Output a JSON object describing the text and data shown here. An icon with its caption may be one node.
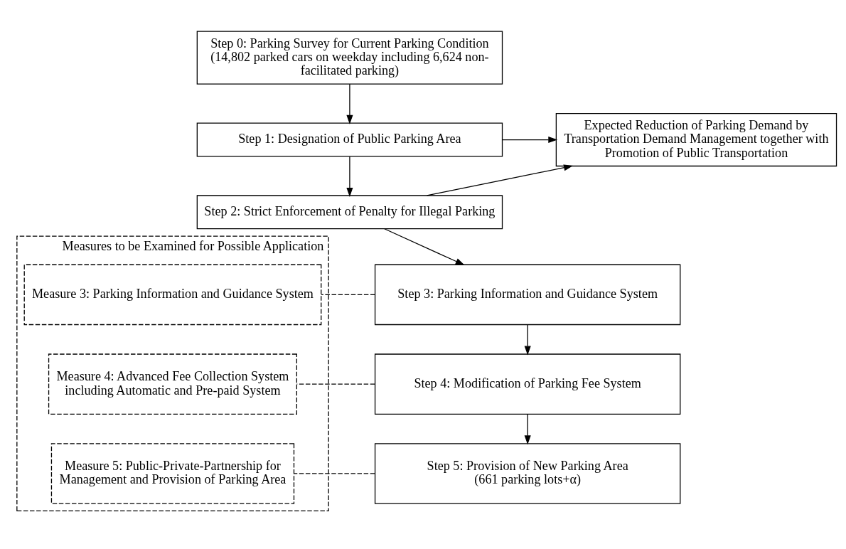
{
  "diagram": {
    "nodes": [
      {
        "text": [
          "Step 0: Parking Survey for Current Parking Condition (14,802 parked cars on weekday including 6,624 non-facilitated parking)"
        ]
      },
      {
        "text": [
          "Step 1: Designation of Public Parking Area"
        ]
      },
      {
        "text": [
          "Step 2: Strict Enforcement of Penalty for Illegal Parking"
        ]
      },
      {
        "text": [
          "Expected Reduction of Parking Demand by Transportation Demand Management together with Promotion of Public Transportation"
        ]
      },
      {
        "text": [
          "Step 3: Parking Information and Guidance System"
        ]
      },
      {
        "text": [
          "Step 4: Modification of Parking Fee System"
        ]
      },
      {
        "text": [
          "Step 5: Provision of New Parking Area (661 parking lots+α)"
        ]
      },
      {
        "text": [
          "Measures to be Examined for Possible Application"
        ]
      },
      {
        "text": [
          "Measure 3: Parking Information and Guidance System"
        ],
        "in": 7
      },
      {
        "text": [
          "Measure 4: Advanced Fee Collection System including Automatic and Pre-paid System"
        ],
        "in": 7
      },
      {
        "text": [
          "Measure 5: Public-Private-Partnership for Management and Provision of Parking Area"
        ],
        "in": 7
      }
    ],
    "edges": [
      {
        "from": 0,
        "to": 1,
        "arrow": "to"
      },
      {
        "from": 1,
        "to": 2,
        "arrow": "to"
      },
      {
        "from": 1,
        "to": 3,
        "arrow": "to"
      },
      {
        "from": 2,
        "to": 3,
        "arrow": "to"
      },
      {
        "from": 2,
        "to": 4,
        "arrow": "to"
      },
      {
        "from": 4,
        "to": 8,
        "arrow": "none",
        "style": "dashed"
      },
      {
        "from": 4,
        "to": 5,
        "arrow": "to"
      },
      {
        "from": 5,
        "to": 9,
        "arrow": "none",
        "style": "dashed"
      },
      {
        "from": 5,
        "to": 6,
        "arrow": "to"
      },
      {
        "from": 6,
        "to": 10,
        "arrow": "none",
        "style": "dashed"
      }
    ]
  }
}
